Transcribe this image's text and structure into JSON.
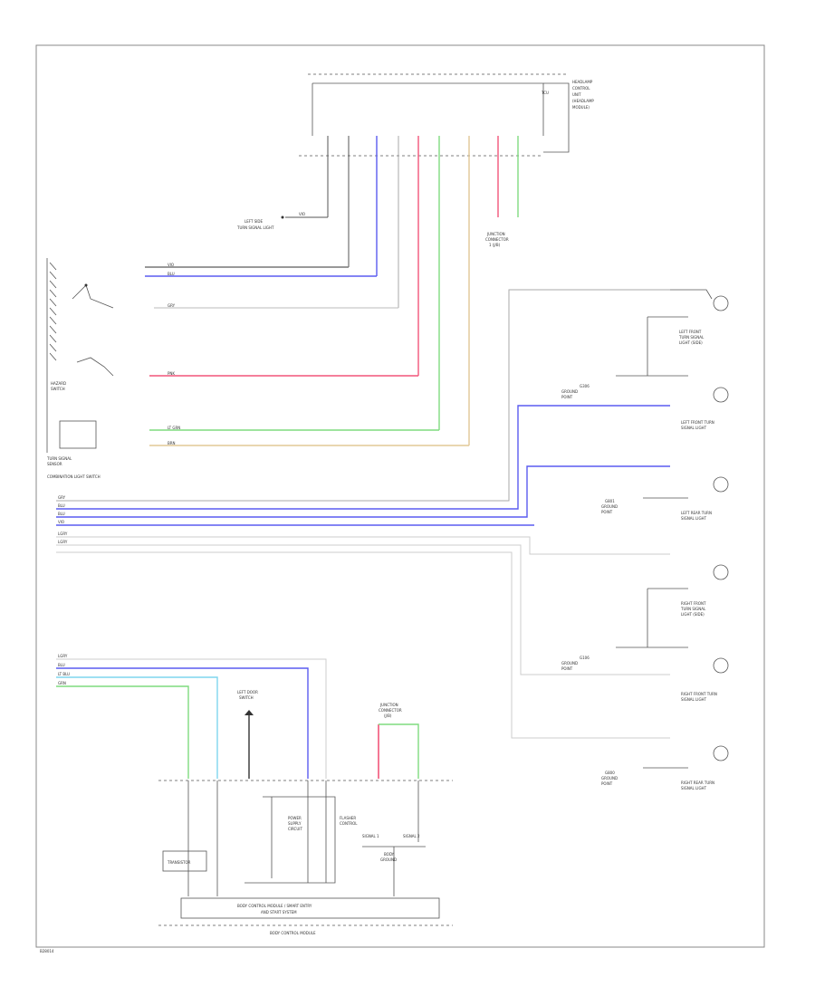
{
  "diagram": {
    "page_code": "B28014",
    "wire_colors": {
      "blue": "#5a5cf0",
      "red": "#f2557a",
      "green": "#7fdc7f",
      "tan": "#e2c896",
      "gray": "#a0a0a8",
      "light_blue": "#7fd6ee",
      "dark": "#333333"
    },
    "labels": {
      "top_module": [
        "HEADLAMP",
        "CONTROL",
        "UNIT",
        "(HEADLAMP",
        "MODULE)"
      ],
      "top_module_pin": "TCU",
      "left_side_turn": [
        "LEFT SIDE",
        "TURN SIGNAL LIGHT"
      ],
      "left_side_turn_wire": "VIO",
      "junction_top": [
        "JUNCTION",
        "CONNECTOR",
        "1 (J/B)"
      ],
      "switch_group": "COMBINATION LIGHT SWITCH",
      "sw_wire_1": "VIO",
      "sw_wire_2": "BLU",
      "sw_wire_3": "GRY",
      "sw_wire_4": "PNK",
      "sw_wire_5": "LT GRN",
      "sw_wire_6": "BRN",
      "turn_sensor": [
        "TURN SIGNAL",
        "SENSOR"
      ],
      "hazard": [
        "HAZARD",
        "SWITCH"
      ],
      "bus_wires": [
        "GRY",
        "BLU",
        "BLU",
        "VIO",
        "LGRY",
        "LGRY"
      ],
      "lf_front_turn": [
        "LEFT FRONT",
        "TURN SIGNAL",
        "LIGHT (SIDE)"
      ],
      "lf_front_marker": [
        "LEFT FRONT TURN",
        "SIGNAL LIGHT"
      ],
      "lf_ground": [
        "G306",
        "GROUND",
        "POINT"
      ],
      "lr_rear_turn": [
        "LEFT REAR TURN",
        "SIGNAL LIGHT"
      ],
      "lr_ground": [
        "G801",
        "GROUND",
        "POINT"
      ],
      "rf_front_turn": [
        "RIGHT FRONT",
        "TURN SIGNAL",
        "LIGHT (SIDE)"
      ],
      "rf_front_marker": [
        "RIGHT FRONT TURN",
        "SIGNAL LIGHT"
      ],
      "rf_ground": [
        "G106",
        "GROUND",
        "POINT"
      ],
      "rr_rear_turn": [
        "RIGHT REAR TURN",
        "SIGNAL LIGHT"
      ],
      "rr_ground": [
        "G800",
        "GROUND",
        "POINT"
      ],
      "bottom_wires": [
        "LGRY",
        "BLU",
        "LT BLU",
        "GRN"
      ],
      "left_door": [
        "LEFT DOOR",
        "SWITCH"
      ],
      "junction_bottom": [
        "JUNCTION",
        "CONNECTOR",
        "(J/B)"
      ],
      "transistor": "TRANSISTOR",
      "bcm_signal_1": "SIGNAL 1",
      "bcm_signal_2": "SIGNAL 2",
      "bcm_ground": [
        "BODY",
        "GROUND"
      ],
      "bcm_mid": [
        "POWER",
        "SUPPLY",
        "CIRCUIT"
      ],
      "bcm_mid_2": [
        "FLASHER",
        "CONTROL"
      ],
      "bcm_box": [
        "BODY CONTROL MODULE / SMART ENTRY",
        "AND START SYSTEM"
      ],
      "bcm_name": "BODY CONTROL MODULE"
    }
  }
}
